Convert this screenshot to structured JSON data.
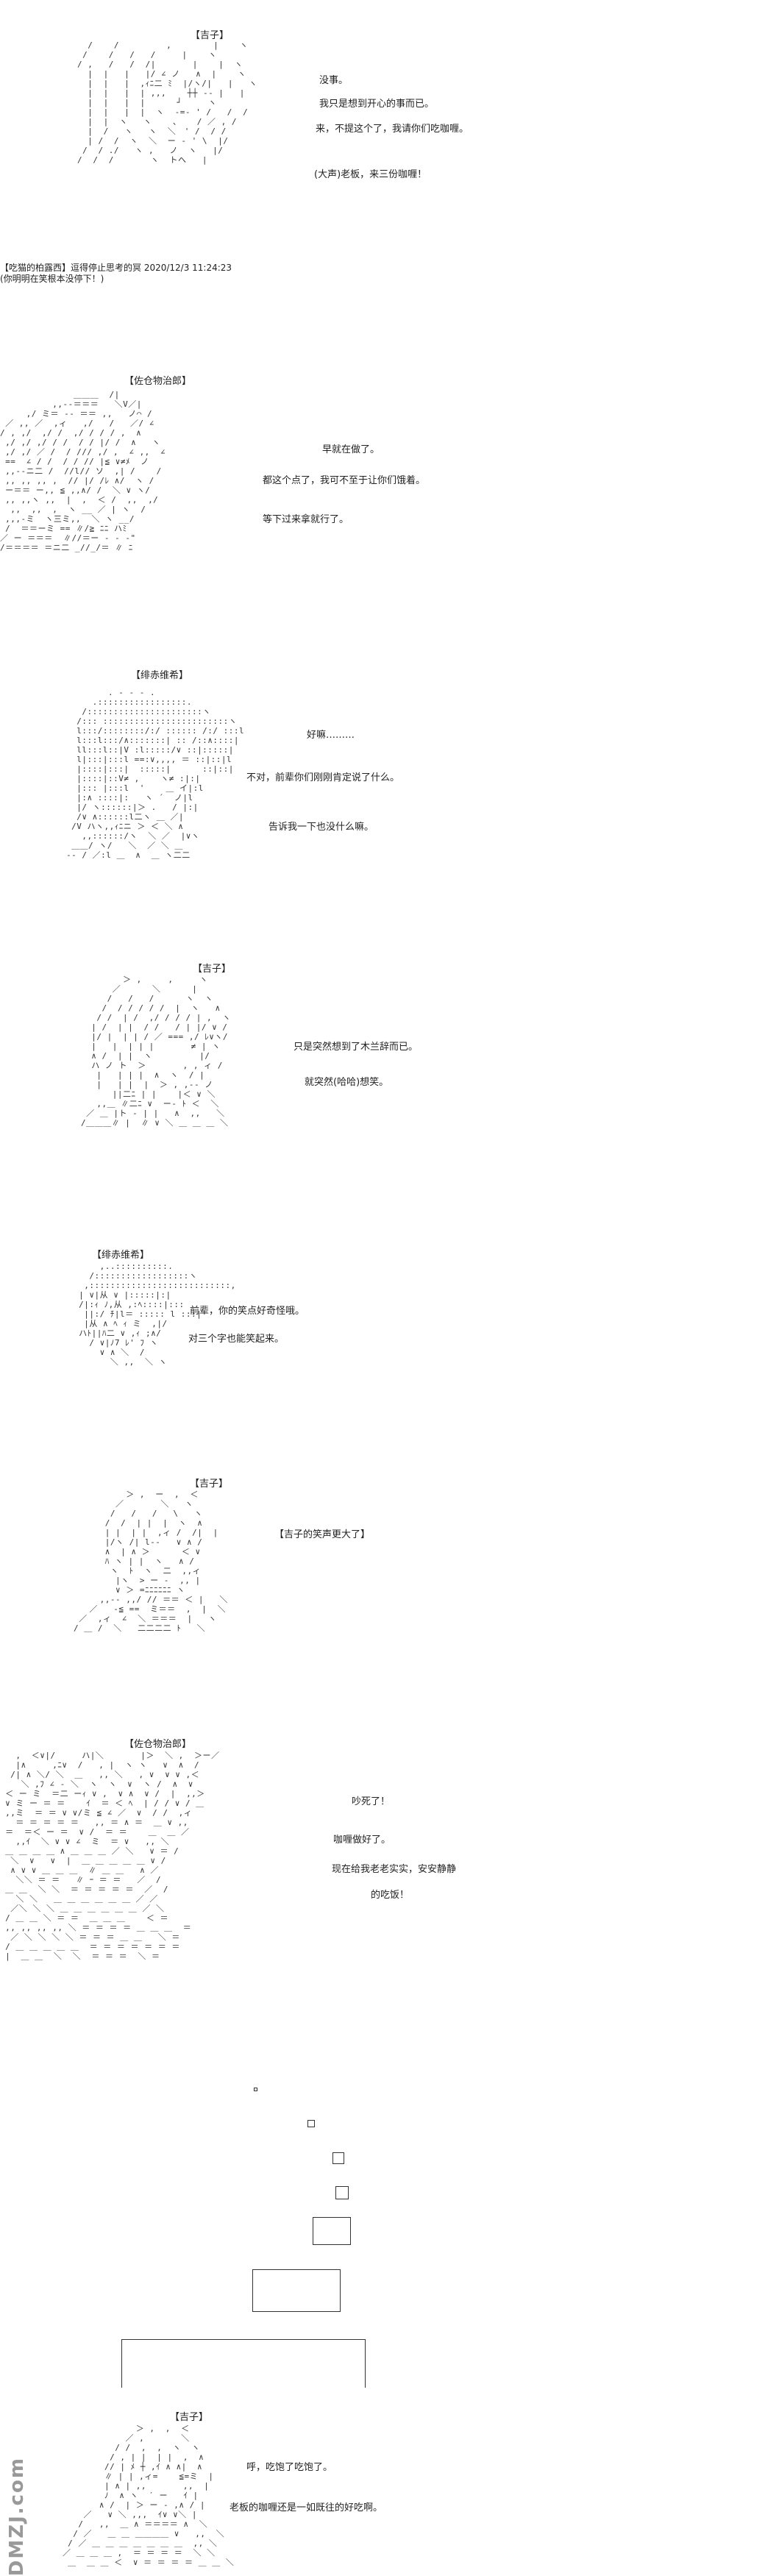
{
  "panels": [
    {
      "speaker": "【吉子】",
      "lines": [
        "没事。",
        "我只是想到开心的事而已。",
        "来，不提这个了，我请你们吃咖喱。",
        "(大声)老板，来三份咖喱！"
      ],
      "comment": [
        "【吃猫的柏露西】逗得停止思考的冥 2020/12/3 11:24:23",
        "(你明明在笑根本没停下！)"
      ]
    },
    {
      "speaker": "【佐仓物治郎】",
      "lines": [
        "早就在做了。",
        "都这个点了，我可不至于让你们饿着。",
        "等下过来拿就行了。"
      ]
    },
    {
      "speaker": "【绯赤维希】",
      "lines": [
        "好嘛………",
        "不对，前辈你们刚刚肯定说了什么。",
        "告诉我一下也没什么嘛。"
      ]
    },
    {
      "speaker": "【吉子】",
      "lines": [
        "只是突然想到了木兰辞而已。",
        "就突然(哈哈)想笑。"
      ]
    },
    {
      "speaker": "【绯赤维希】",
      "lines": [
        "前辈，你的笑点好奇怪哦。",
        "对三个字也能笑起来。"
      ]
    },
    {
      "speaker": "【吉子】",
      "lines": [
        "【吉子的笑声更大了】"
      ]
    },
    {
      "speaker": "【佐仓物治郎】",
      "lines": [
        "吵死了！",
        "咖喱做好了。",
        "现在给我老老实实，安安静静",
        "的吃饭！"
      ]
    },
    {
      "speaker": "【吉子】",
      "lines": [
        "呼，吃饱了吃饱了。",
        "老板的咖喱还是一如既往的好吃啊。"
      ]
    }
  ],
  "watermark": "DMZJ.com"
}
